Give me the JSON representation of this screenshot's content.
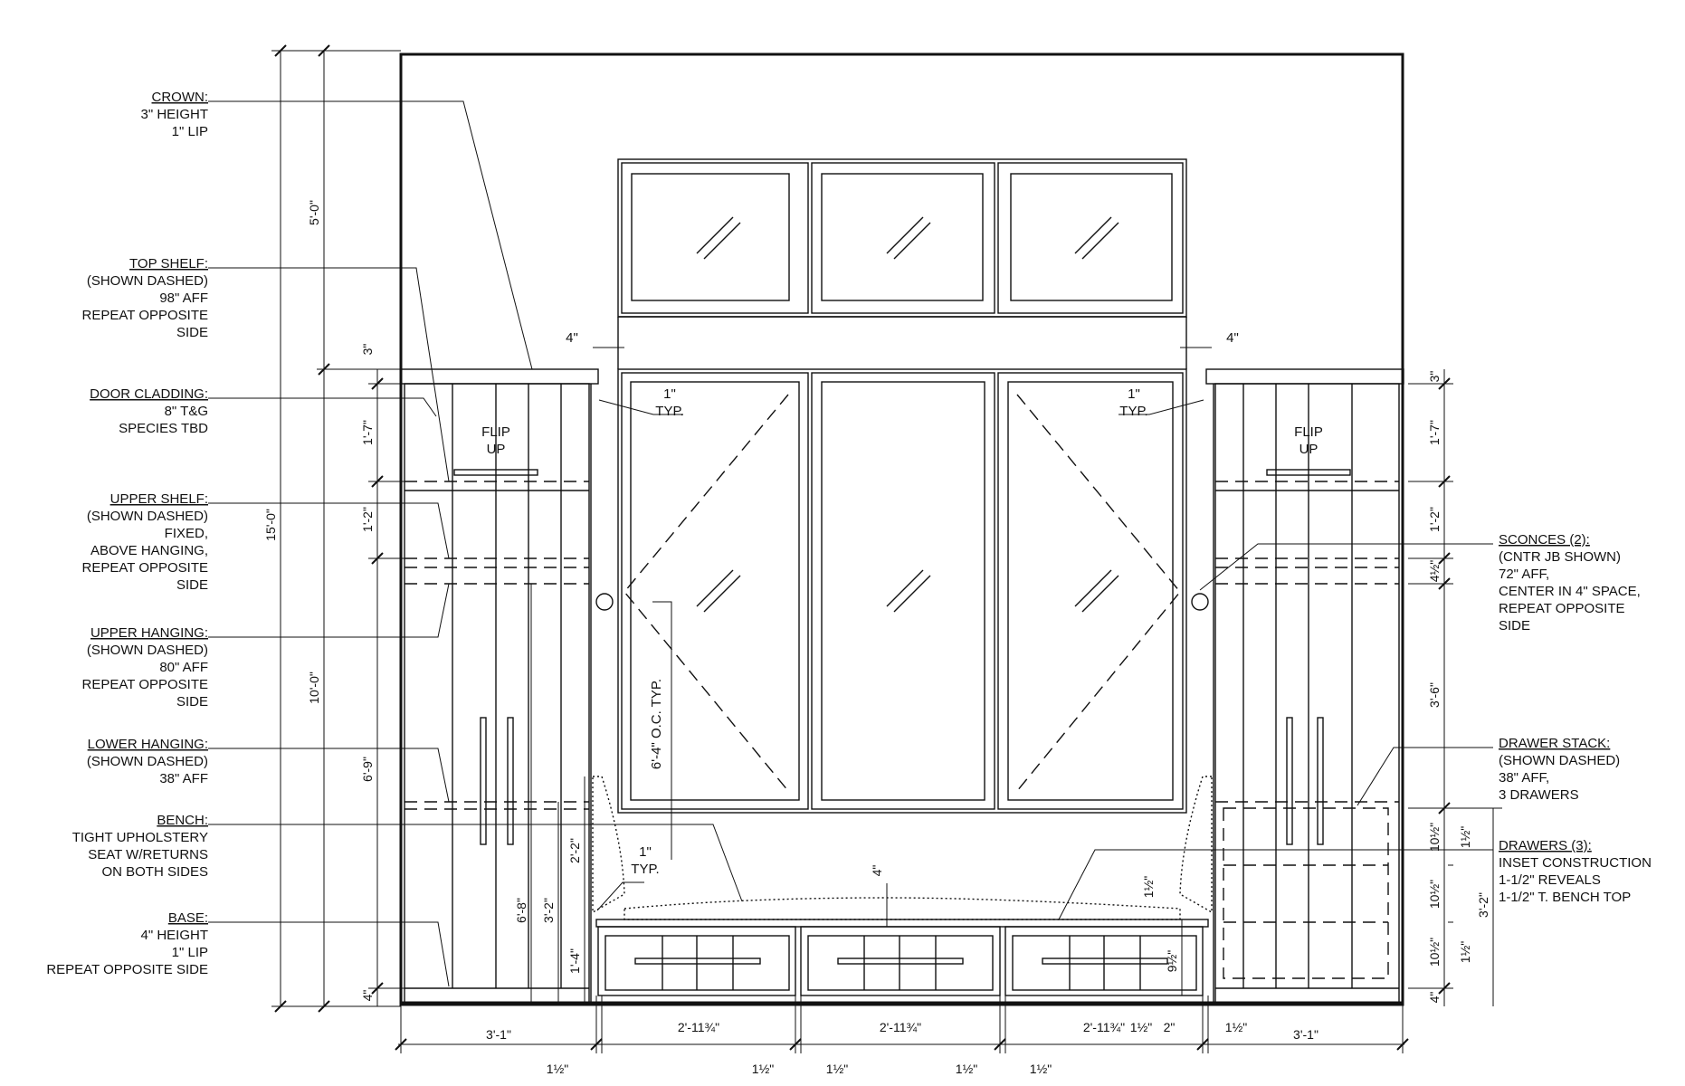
{
  "notes_left": [
    {
      "key": "crown",
      "lines": [
        "CROWN:",
        "3\" HEIGHT",
        "1\" LIP"
      ]
    },
    {
      "key": "top-shelf",
      "lines": [
        "TOP SHELF:",
        "(SHOWN DASHED)",
        "98\" AFF",
        "REPEAT OPPOSITE",
        "SIDE"
      ]
    },
    {
      "key": "door-cladding",
      "lines": [
        "DOOR CLADDING:",
        "8\" T&G",
        "SPECIES TBD"
      ]
    },
    {
      "key": "upper-shelf",
      "lines": [
        "UPPER SHELF:",
        "(SHOWN DASHED)",
        "FIXED,",
        "ABOVE HANGING,",
        "REPEAT OPPOSITE",
        "SIDE"
      ]
    },
    {
      "key": "upper-hanging",
      "lines": [
        "UPPER HANGING:",
        "(SHOWN DASHED)",
        "80\" AFF",
        "REPEAT OPPOSITE",
        "SIDE"
      ]
    },
    {
      "key": "lower-hanging",
      "lines": [
        "LOWER HANGING:",
        "(SHOWN DASHED)",
        "38\" AFF"
      ]
    },
    {
      "key": "bench",
      "lines": [
        "BENCH:",
        "TIGHT UPHOLSTERY",
        "SEAT W/RETURNS",
        "ON BOTH SIDES"
      ]
    },
    {
      "key": "base",
      "lines": [
        "BASE:",
        "4\" HEIGHT",
        "1\" LIP",
        "REPEAT OPPOSITE SIDE"
      ]
    }
  ],
  "notes_right": [
    {
      "key": "sconces",
      "lines": [
        "SCONCES (2):",
        "(CNTR JB SHOWN)",
        "72\" AFF,",
        "CENTER IN 4\" SPACE,",
        "REPEAT OPPOSITE",
        "SIDE"
      ]
    },
    {
      "key": "drawer-stack",
      "lines": [
        "DRAWER STACK:",
        "(SHOWN DASHED)",
        "38\" AFF,",
        "3 DRAWERS"
      ]
    },
    {
      "key": "drawers",
      "lines": [
        "DRAWERS (3):",
        "INSET CONSTRUCTION",
        "1-1/2\" REVEALS",
        "1-1/2\" T. BENCH TOP"
      ]
    }
  ],
  "labels": {
    "flip_up": [
      "FLIP",
      "UP"
    ],
    "typ_1": [
      "1\"",
      "TYP."
    ],
    "oc_typ": "6'-4\" O.C. TYP.",
    "typ_4": "4\""
  },
  "dims_vertical": {
    "overall": "15'-0\"",
    "upper": "5'-0\"",
    "lower": "10'-0\"",
    "crown": "3\"",
    "left_top": "1'-7\"",
    "left_mid": "1'-2\"",
    "left_low": "6'-9\"",
    "left_base": "4\"",
    "inner_6_8": "6'-8\"",
    "inner_3_2": "3'-2\"",
    "bench_2_2": "2'-2\"",
    "bench_1_4": "1'-4\"",
    "right_crown": "3\"",
    "right_top": "1'-7\"",
    "right_mid": "1'-2\"",
    "right_4_half": "4½\"",
    "right_3_6": "3'-6\"",
    "right_3_2": "3'-2\"",
    "right_base": "4\"",
    "drawer_10_half": "10½\"",
    "drawer_1_half": "1½\"",
    "bench_9_half": "9½\"",
    "bench_1_half": "1½\"",
    "bench_4": "4\""
  },
  "dims_horizontal": {
    "left_cab": "3'-1\"",
    "bay": "2'-11¾\"",
    "right_cab": "3'-1\"",
    "reveal": "1½\"",
    "two": "2\""
  }
}
